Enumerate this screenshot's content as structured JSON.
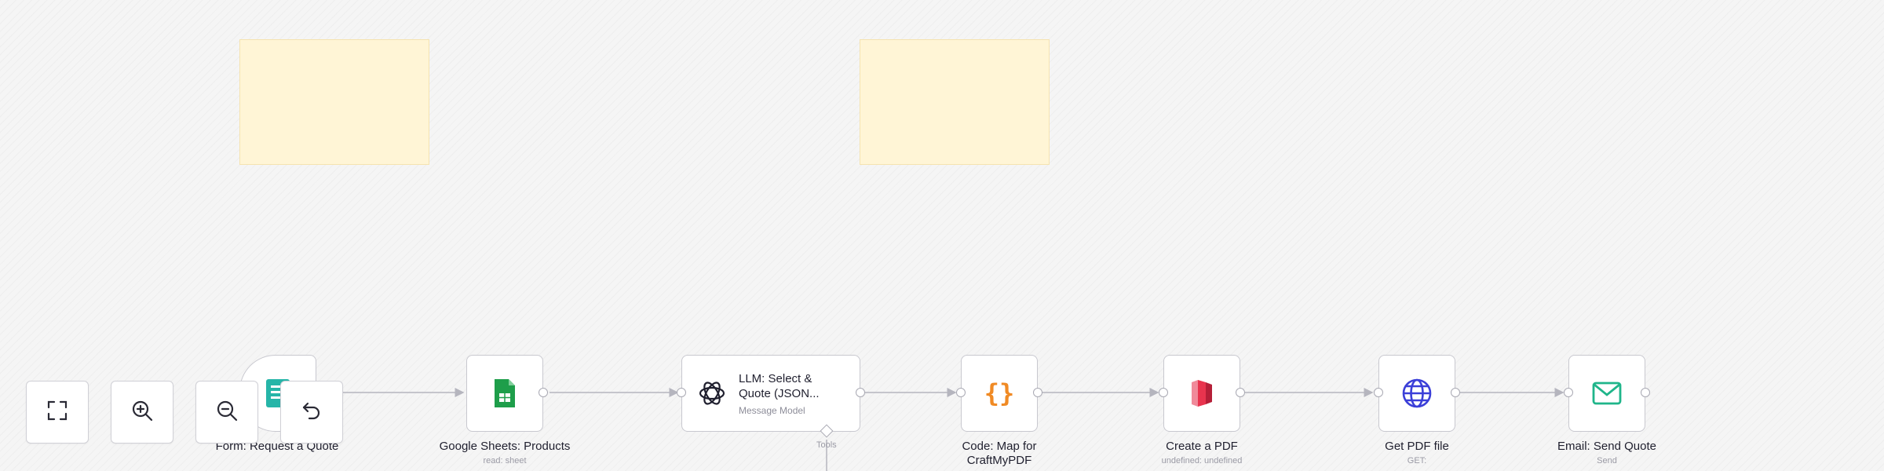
{
  "canvas": {
    "nodes": [
      {
        "id": "form",
        "title": "Form: Request a Quote",
        "subtitle": "",
        "icon": "form-icon"
      },
      {
        "id": "sheets",
        "title": "Google Sheets: Products",
        "subtitle": "read: sheet",
        "icon": "google-sheets-icon"
      },
      {
        "id": "llm",
        "title_line1": "LLM: Select &",
        "title_line2": "Quote (JSON...",
        "subtitle": "Message Model",
        "icon": "openai-icon",
        "tools_label": "Tools"
      },
      {
        "id": "code",
        "title_line1": "Code: Map for",
        "title_line2": "CraftMyPDF",
        "subtitle": "",
        "icon": "code-braces-icon",
        "glyph": "{}"
      },
      {
        "id": "pdf",
        "title": "Create a PDF",
        "subtitle": "undefined: undefined",
        "icon": "pdf-icon"
      },
      {
        "id": "http",
        "title": "Get PDF file",
        "subtitle": "GET:",
        "icon": "globe-icon"
      },
      {
        "id": "email",
        "title": "Email: Send Quote",
        "subtitle": "Send",
        "icon": "mail-icon"
      }
    ]
  },
  "controls": [
    {
      "name": "fit-view-button",
      "icon": "fit-view-icon"
    },
    {
      "name": "zoom-in-button",
      "icon": "zoom-in-icon"
    },
    {
      "name": "zoom-out-button",
      "icon": "zoom-out-icon"
    },
    {
      "name": "undo-button",
      "icon": "undo-icon"
    }
  ],
  "colors": {
    "canvas_bg": "#f5f5f5",
    "sticky_note": "#fff5d6",
    "edge": "#b5b5be",
    "form_accent": "#26b5a8",
    "sheets_green": "#1e9e4a",
    "code_orange": "#f08a24",
    "pdf_red": "#e8344e",
    "globe_blue": "#3b3fd8",
    "mail_green": "#1fb58a"
  }
}
